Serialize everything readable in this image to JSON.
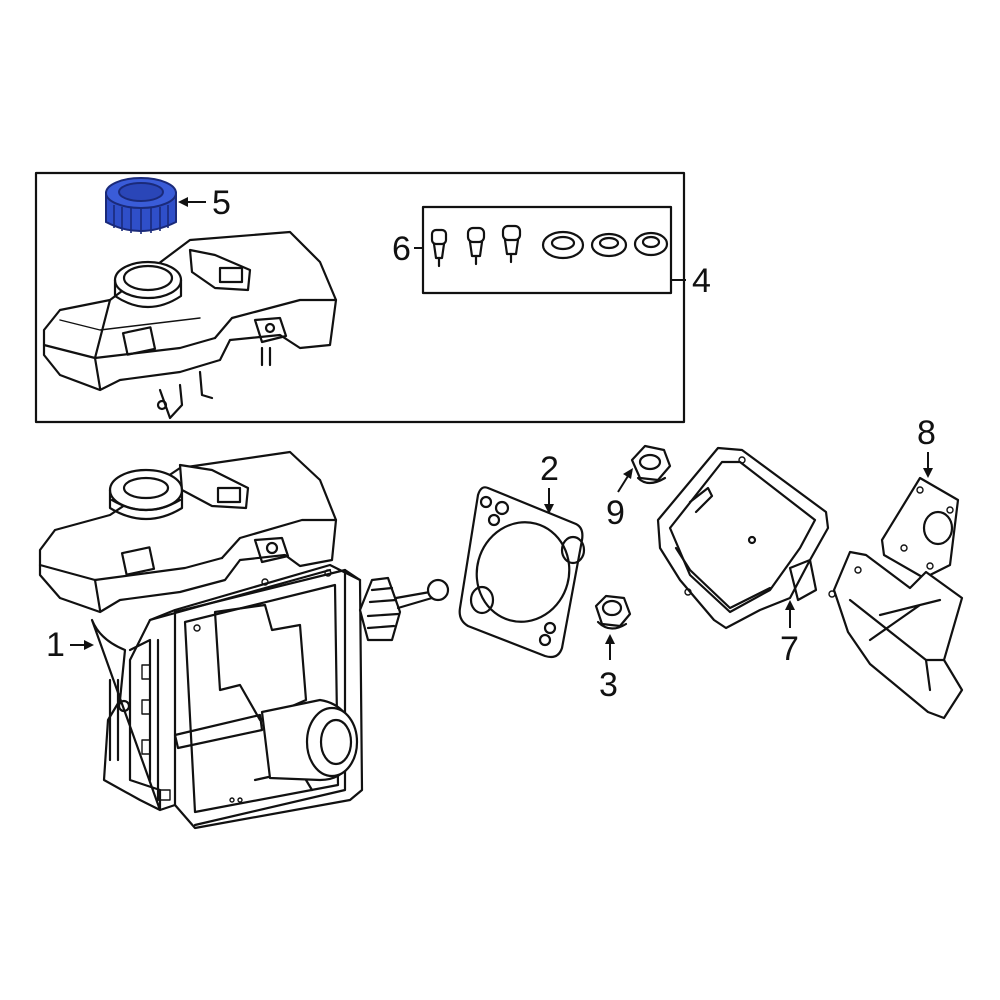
{
  "colors": {
    "line": "#111111",
    "background": "#ffffff",
    "highlight": "#2f4fc9",
    "highlight_dark": "#1f36a3"
  },
  "callouts": {
    "c1": "1",
    "c2": "2",
    "c3": "3",
    "c4": "4",
    "c5": "5",
    "c6": "6",
    "c7": "7",
    "c8": "8",
    "c9": "9"
  }
}
